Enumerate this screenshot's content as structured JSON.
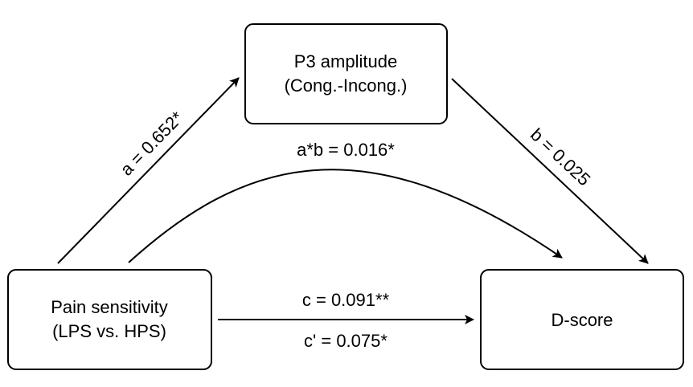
{
  "nodes": {
    "mediator": {
      "line1": "P3 amplitude",
      "line2": "(Cong.-Incong.)"
    },
    "predictor": {
      "line1": "Pain sensitivity",
      "line2": "(LPS vs. HPS)"
    },
    "outcome": {
      "label": "D-score"
    }
  },
  "paths": {
    "a": "a = 0.652*",
    "b": "b = 0.025",
    "ab": "a*b = 0.016*",
    "c": "c = 0.091**",
    "c_prime": "c' = 0.075*"
  },
  "colors": {
    "stroke": "#000000",
    "background": "#ffffff"
  }
}
